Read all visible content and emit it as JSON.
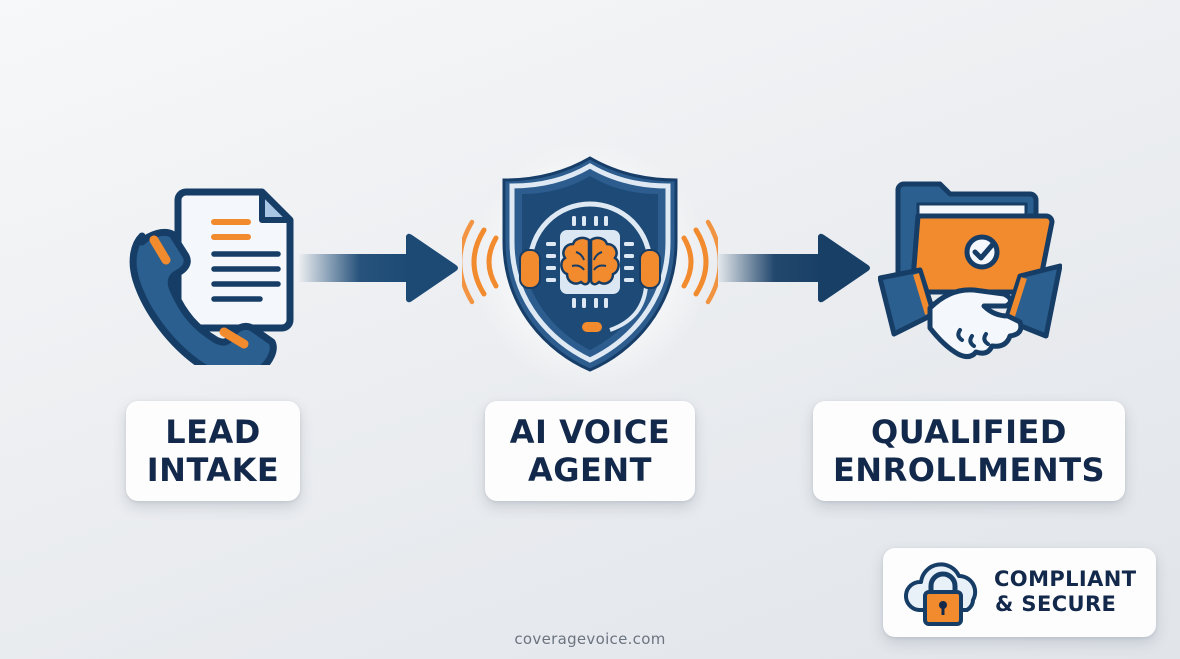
{
  "diagram": {
    "type": "process-flow",
    "steps": [
      {
        "id": "lead-intake",
        "icon": "phone-document-icon",
        "label_lines": [
          "LEAD",
          "INTAKE"
        ]
      },
      {
        "id": "ai-voice-agent",
        "icon": "shield-headset-brain-icon",
        "label_lines": [
          "AI VOICE",
          "AGENT"
        ]
      },
      {
        "id": "qualified-enrollments",
        "icon": "folder-check-handshake-icon",
        "label_lines": [
          "QUALIFIED",
          "ENROLLMENTS"
        ]
      }
    ],
    "connectors": [
      {
        "from": "lead-intake",
        "to": "ai-voice-agent",
        "icon": "arrow-right-icon"
      },
      {
        "from": "ai-voice-agent",
        "to": "qualified-enrollments",
        "icon": "arrow-right-icon"
      }
    ]
  },
  "badge": {
    "icon": "cloud-lock-icon",
    "lines": [
      "COMPLIANT",
      "& SECURE"
    ]
  },
  "footer": {
    "website": "coveragevoice.com"
  },
  "colors": {
    "navy": "#1c4a75",
    "dark_navy": "#13294b",
    "orange": "#f28a2e",
    "light_blue": "#c9dcef",
    "card_bg": "#fdfdfd",
    "footer_text": "#6c7480"
  }
}
